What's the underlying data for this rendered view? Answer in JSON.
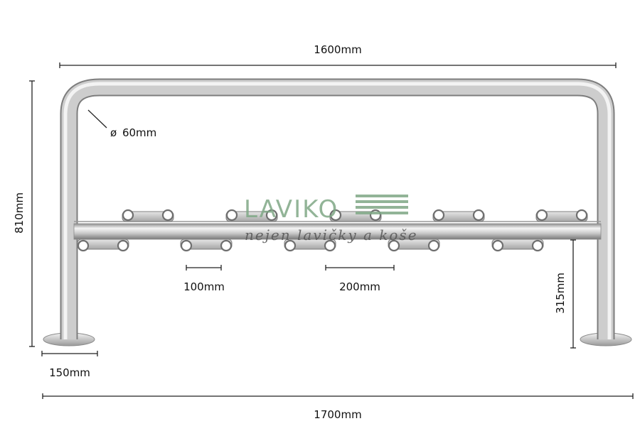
{
  "dimensions": {
    "top_width": "1600mm",
    "tube_diameter": "60mm",
    "diameter_symbol": "ø",
    "height": "810mm",
    "slot_spacing": "100mm",
    "clamp_spacing": "200mm",
    "rail_height": "315mm",
    "base_plate": "150mm",
    "total_width": "1700mm"
  },
  "watermark": {
    "brand": "LAVIKO",
    "tagline": "nejen lavičky a koše"
  },
  "colors": {
    "steel_light": "#f4f4f4",
    "steel_mid": "#c9c9c9",
    "steel_dark": "#8a8a8a",
    "dimension": "#222222",
    "watermark_green": "#7fa886"
  }
}
